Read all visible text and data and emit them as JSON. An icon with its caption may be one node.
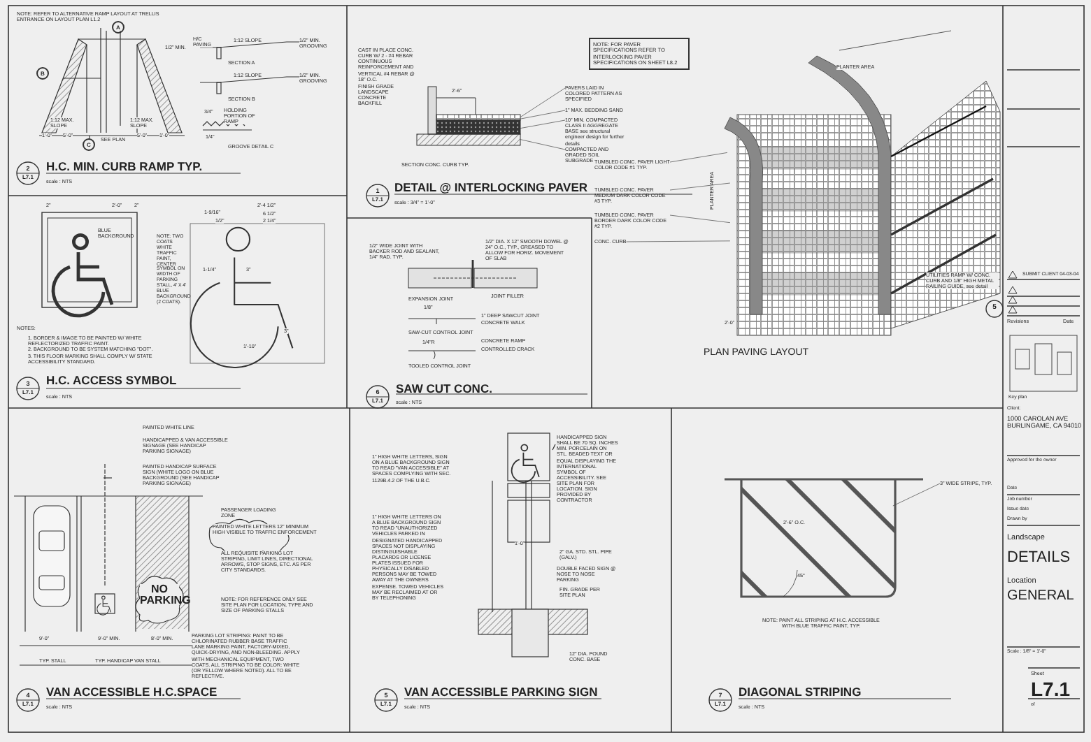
{
  "diagram": {
    "nodes": [
      {
        "text": [
          "PAVERS LAID IN COLORED PATTERN AS SPECIFIED"
        ]
      },
      {
        "text": [
          "1\" MAX. BEDDING SAND"
        ]
      },
      {
        "text": [
          "10\" MIN. COMPACTED CLASS II AGGREGATE BASE see structural engineer design for further details"
        ]
      },
      {
        "text": [
          "COMPACTED AND GRADED SOIL SUBGRADE"
        ]
      },
      {
        "text": [
          "TUMBLED CONC. PAVER LIGHT COLOR CODE #1 TYP."
        ]
      },
      {
        "text": [
          "TUMBLED CONC. PAVER MEDIUM DARK COLOR CODE #3 TYP."
        ]
      },
      {
        "text": [
          "TUMBLED CONC. PAVER BORDER DARK COLOR CODE #2 TYP."
        ]
      },
      {
        "text": [
          "CONC. CURB"
        ]
      },
      {
        "text": [
          "3\" WIDE STRIPE, TYP."
        ]
      },
      {
        "text": [],
        "shape": "picture"
      },
      {
        "text": [],
        "shape": "picture"
      },
      {
        "text": [],
        "shape": "picture"
      }
    ],
    "edges": [
      {
        "from": 0,
        "to": 9,
        "arrow": "none"
      },
      {
        "from": 1,
        "to": 9,
        "arrow": "none"
      },
      {
        "from": 2,
        "to": 9,
        "arrow": "none"
      },
      {
        "from": 3,
        "to": 9,
        "arrow": "none"
      },
      {
        "from": 4,
        "to": 10,
        "arrow": "none"
      },
      {
        "from": 5,
        "to": 10,
        "arrow": "none"
      },
      {
        "from": 6,
        "to": 10,
        "arrow": "none"
      },
      {
        "from": 7,
        "to": 10,
        "arrow": "none"
      },
      {
        "from": 8,
        "to": 11,
        "arrow": "none"
      }
    ],
    "labels": [
      "NOTE: REFER TO ALTERNATIVE RAMP LAYOUT AT TRELLIS ENTRANCE ON LAYOUT PLAN L1.2",
      "A",
      "B",
      "C",
      "1/2\" MIN.",
      "1:12 MAX. SLOPE",
      "1:12 MAX. SLOPE",
      "1'-0\"",
      "5'-0\"",
      "SEE PLAN",
      "5'-0\"",
      "1'-0\"",
      "H/C PAVING",
      "1:12 SLOPE",
      "1/2\" MIN. GROOVING",
      "SECTION A",
      "1:12 SLOPE",
      "1/2\" MIN. GROOVING",
      "SECTION B",
      "3/4\"",
      "HOLDING PORTION OF RAMP",
      "1/4\"",
      "GROOVE DETAIL C",
      "2",
      "L7.1",
      "H.C. MIN. CURB RAMP TYP.",
      "scale : NTS",
      "2\"",
      "2'-0\"",
      "2\"",
      "BLUE BACKGROUND",
      "NOTE: TWO COATS WHITE TRAFFIC PAINT, CENTER SYMBOL ON WIDTH OF PARKING STALL, 4' X 4' BLUE BACKGROUND (2 COATS).",
      "2'-4 1/2\"",
      "1-9/16\"",
      "1/2\"",
      "6 1/2\"",
      "2 1/4\"",
      "1-1/4\"",
      "3\"",
      "3\"",
      "1'-10\"",
      "NOTES:",
      "1. BORDER & IMAGE TO BE PAINTED W/ WHITE REFLECTORIZED TRAFFIC PAINT.",
      "2. BACKGROUND TO BE SYSTEM MATCHING \"DOT\".",
      "3. THIS FLOOR MARKING SHALL COMPLY W/ STATE ACCESSIBILITY STANDARD.",
      "3",
      "L7.1",
      "H.C. ACCESS SYMBOL",
      "scale : NTS",
      "CAST IN PLACE CONC. CURB W/ 2 - #4 REBAR CONTINUOUS REINFORCEMENT AND VERTICAL #4 REBAR @ 18\" O.C.",
      "FINISH GRADE LANDSCAPE",
      "CONCRETE BACKFILL",
      "2'-6\"",
      "SECTION CONC. CURB TYP.",
      "NOTE: FOR PAVER SPECIFICATIONS REFER TO INTERLOCKING PAVER SPECIFICATIONS ON SHEET L8.2",
      "1",
      "L7.1",
      "DETAIL @ INTERLOCKING PAVER",
      "scale : 3/4\" = 1'-0\"",
      "PLANTER AREA",
      "PLANTER AREA",
      "2'-0\"",
      "UTILITIES RAMP W/ CONC. CURB AND 1/8\" HIGH METAL RAILING GUIDE, see detail",
      "5",
      "PLAN PAVING LAYOUT",
      "1/2\" WIDE JOINT WITH BACKER ROD AND SEALANT, 1/4\" RAD. TYP.",
      "1/2\" DIA. X 12\" SMOOTH DOWEL @ 24\" O.C., TYP., GREASED TO ALLOW FOR HORIZ. MOVEMENT OF SLAB",
      "JOINT FILLER",
      "EXPANSION JOINT",
      "1/8\"",
      "1\" DEEP SAWCUT JOINT",
      "CONCRETE WALK",
      "SAW-CUT CONTROL JOINT",
      "1/4\"R",
      "CONCRETE RAMP",
      "CONTROLLED CRACK",
      "TOOLED CONTROL JOINT",
      "6",
      "L7.1",
      "SAW CUT CONC.",
      "scale : NTS",
      "PAINTED WHITE LINE",
      "HANDICAPPED & VAN ACCESSIBLE SIGNAGE (SEE HANDICAP PARKING SIGNAGE)",
      "PAINTED HANDICAP SURFACE SIGN (WHITE LOGO ON BLUE BACKGROUND (SEE HANDICAP PARKING SIGNAGE)",
      "PASSENGER LOADING ZONE",
      "PAINTED WHITE LETTERS 12\" MINIMUM HIGH VISIBLE TO TRAFFIC ENFORCEMENT",
      "ALL REQUISITE PARKING LOT STRIPING, LIMIT LINES, DIRECTIONAL ARROWS, STOP SIGNS, ETC. AS PER CITY STANDARDS.",
      "NOTE: FOR REFERENCE ONLY SEE SITE PLAN FOR LOCATION, TYPE AND SIZE OF PARKING STALLS",
      "NO PARKING",
      "9'-0\"",
      "9'-0\" MIN.",
      "8'-0\" MIN.",
      "TYP. STALL",
      "TYP. HANDICAP VAN STALL",
      "PARKING LOT STRIPING: PAINT TO BE CHLORINATED RUBBER BASE TRAFFIC LANE MARKING PAINT, FACTORY-MIXED, QUICK-DRYING, AND NON-BLEEDING. APPLY WITH MECHANICAL EQUIPMENT, TWO COATS. ALL STRIPING TO BE COLOR: WHITE (OR YELLOW WHERE NOTED). ALL TO BE REFLECTIVE.",
      "4",
      "L7.1",
      "VAN ACCESSIBLE H.C.SPACE",
      "scale : NTS",
      "1\" HIGH WHITE LETTERS, SIGN ON A BLUE BACKGROUND SIGN TO READ \"VAN ACCESSIBLE\" AT SPACES COMPLYING WITH SEC. 1129B.4.2 OF THE U.B.C.",
      "1\" HIGH WHITE LETTERS ON A BLUE BACKGROUND SIGN TO READ \"UNAUTHORIZED VEHICLES PARKED IN DESIGNATED HANDICAPPED SPACES NOT DISPLAYING DISTINGUISHABLE PLACARDS OR LICENSE PLATES ISSUED FOR PHYSICALLY DISABLED PERSONS MAY BE TOWED AWAY AT THE OWNERS EXPENSE. TOWED VEHICLES MAY BE RECLAIMED AT OR BY TELEPHONING",
      "HANDICAPPED SIGN SHALL BE 70 SQ. INCHES MIN. PORCELAIN ON STL. BEADED TEXT OR EQUAL DISPLAYING THE INTERNATIONAL SYMBOL OF ACCESSIBILITY. SEE SITE PLAN FOR LOCATION. SIGN PROVIDED BY CONTRACTOR",
      "1'-0\"",
      "2\" GA. STD. STL. PIPE (GALV.)",
      "DOUBLE FACED SIGN @ NOSE TO NOSE PARKING",
      "FIN. GRADE PER SITE PLAN",
      "12\" DIA. POUND CONC. BASE",
      "5",
      "L7.1",
      "VAN ACCESSIBLE PARKING SIGN",
      "scale : NTS",
      "2'-6\" O.C.",
      "45°",
      "NOTE: PAINT ALL STRIPING AT H.C. ACCESSIBLE WITH BLUE TRAFFIC PAINT, TYP.",
      "7",
      "L7.1",
      "DIAGONAL STRIPING",
      "scale : NTS",
      "SUBMIT CLIENT 04-03-04",
      "Revisions",
      "Date",
      "Key plan",
      "Client:",
      "1000 CAROLAN AVE BURLINGAME, CA 94010",
      "Approved for the owner",
      "Date",
      "Job number",
      "Issue date",
      "Drawn by",
      "Landscape",
      "DETAILS",
      "Location",
      "GENERAL",
      "Scale : 1/8\" = 1'-0\"",
      "Sheet",
      "L7.1",
      "of"
    ]
  }
}
